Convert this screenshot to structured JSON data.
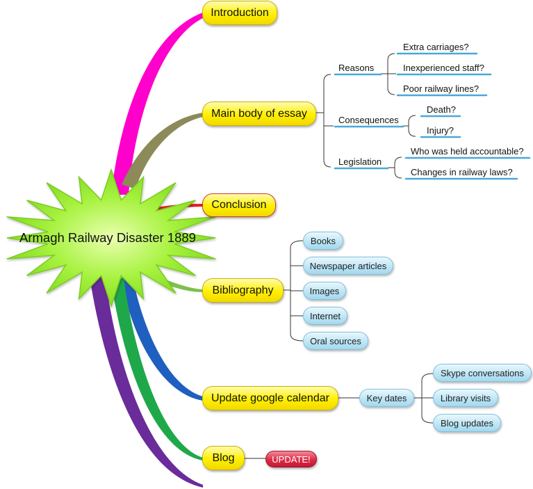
{
  "central": {
    "label": "Armagh Railway Disaster 1889"
  },
  "topics": {
    "introduction": "Introduction",
    "main_body": "Main body of essay",
    "conclusion": "Conclusion",
    "bibliography": "Bibliography",
    "update_calendar": "Update google calendar",
    "blog": "Blog"
  },
  "main_body": {
    "reasons": {
      "label": "Reasons",
      "items": [
        "Extra carriages?",
        "Inexperienced staff?",
        "Poor railway lines?"
      ]
    },
    "consequences": {
      "label": "Consequences",
      "items": [
        "Death?",
        "Injury?"
      ]
    },
    "legislation": {
      "label": "Legislation",
      "items": [
        "Who was held accountable?",
        "Changes in railway laws?"
      ]
    }
  },
  "bibliography": {
    "items": [
      "Books",
      "Newspaper articles",
      "Images",
      "Internet",
      "Oral sources"
    ]
  },
  "calendar": {
    "key_dates": "Key dates",
    "items": [
      "Skype conversations",
      "Library visits",
      "Blog updates"
    ]
  },
  "blog": {
    "badge": "UPDATE!"
  },
  "colors": {
    "introduction_branch": "#ff00cc",
    "main_body_branch": "#8c8a58",
    "conclusion_branch": "#e32020",
    "bibliography_branch": "#7fbf4f",
    "calendar_branch": "#1f5fbf",
    "blog_branch_green": "#1fa84a",
    "blog_branch_purple": "#6a2b9b",
    "star_fill": "#9ef03c",
    "topic_fill": "#fff000",
    "subtopic_fill": "#bfe6f5",
    "underline": "#4aa8d8",
    "badge_fill": "#dd2a46"
  }
}
